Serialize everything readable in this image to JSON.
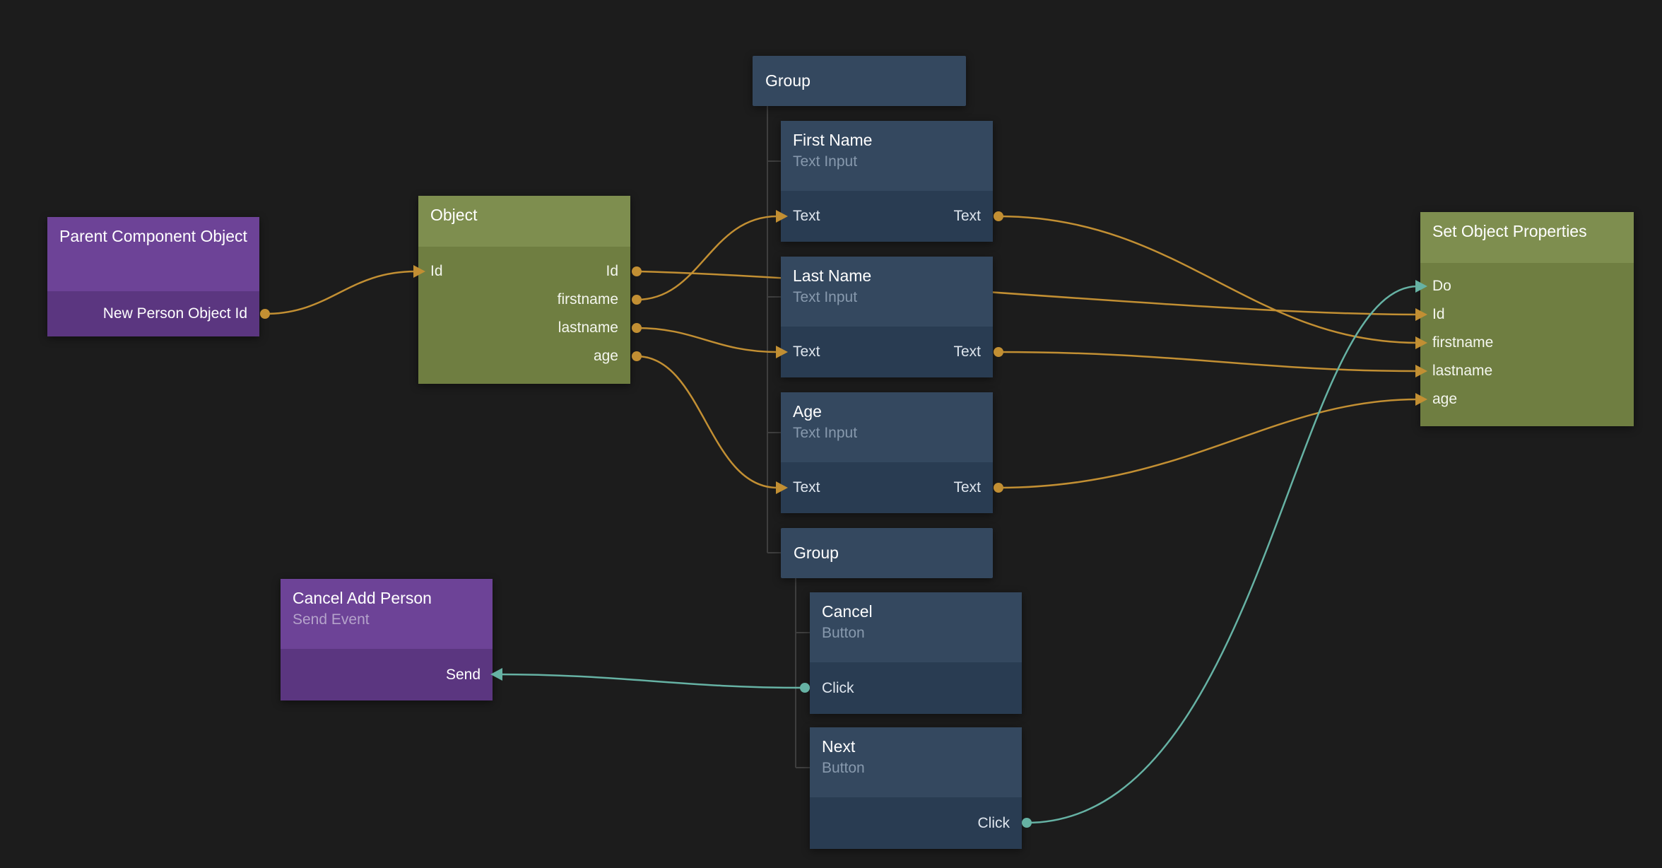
{
  "colors": {
    "background": "#1c1c1c",
    "wire_orange": "#c28f33",
    "wire_teal": "#66b2a4",
    "hierarchy_line": "#3e3e3e",
    "node_blue_header": "#34485f",
    "node_blue_band": "#293c52",
    "node_green_header": "#7e8e4f",
    "node_green_body": "#6f7e41",
    "node_purple_header": "#6d4397",
    "node_purple_band": "#5b3680"
  },
  "nodes": {
    "parent_component": {
      "title": "Parent Component Object",
      "output": "New Person Object Id"
    },
    "object": {
      "title": "Object",
      "input": "Id",
      "outputs": [
        "Id",
        "firstname",
        "lastname",
        "age"
      ]
    },
    "group_inputs": {
      "title": "Group"
    },
    "first_name": {
      "title": "First Name",
      "subtitle": "Text Input",
      "input": "Text",
      "output": "Text"
    },
    "last_name": {
      "title": "Last Name",
      "subtitle": "Text Input",
      "input": "Text",
      "output": "Text"
    },
    "age_input": {
      "title": "Age",
      "subtitle": "Text Input",
      "input": "Text",
      "output": "Text"
    },
    "group_buttons": {
      "title": "Group"
    },
    "cancel_button": {
      "title": "Cancel",
      "subtitle": "Button",
      "output": "Click"
    },
    "next_button": {
      "title": "Next",
      "subtitle": "Button",
      "output": "Click"
    },
    "cancel_add_person": {
      "title": "Cancel Add Person",
      "subtitle": "Send Event",
      "input": "Send"
    },
    "set_object_properties": {
      "title": "Set Object Properties",
      "inputs": [
        "Do",
        "Id",
        "firstname",
        "lastname",
        "age"
      ]
    }
  },
  "connections": [
    {
      "from": "Parent Component Object.New Person Object Id",
      "to": "Object.Id",
      "color": "orange"
    },
    {
      "from": "Object.Id",
      "to": "Set Object Properties.Id",
      "color": "orange"
    },
    {
      "from": "Object.firstname",
      "to": "First Name.Text",
      "color": "orange"
    },
    {
      "from": "Object.lastname",
      "to": "Last Name.Text",
      "color": "orange"
    },
    {
      "from": "Object.age",
      "to": "Age.Text",
      "color": "orange"
    },
    {
      "from": "First Name.Text",
      "to": "Set Object Properties.firstname",
      "color": "orange"
    },
    {
      "from": "Last Name.Text",
      "to": "Set Object Properties.lastname",
      "color": "orange"
    },
    {
      "from": "Age.Text",
      "to": "Set Object Properties.age",
      "color": "orange"
    },
    {
      "from": "Next.Click",
      "to": "Set Object Properties.Do",
      "color": "teal"
    },
    {
      "from": "Cancel.Click",
      "to": "Cancel Add Person.Send",
      "color": "teal"
    }
  ]
}
